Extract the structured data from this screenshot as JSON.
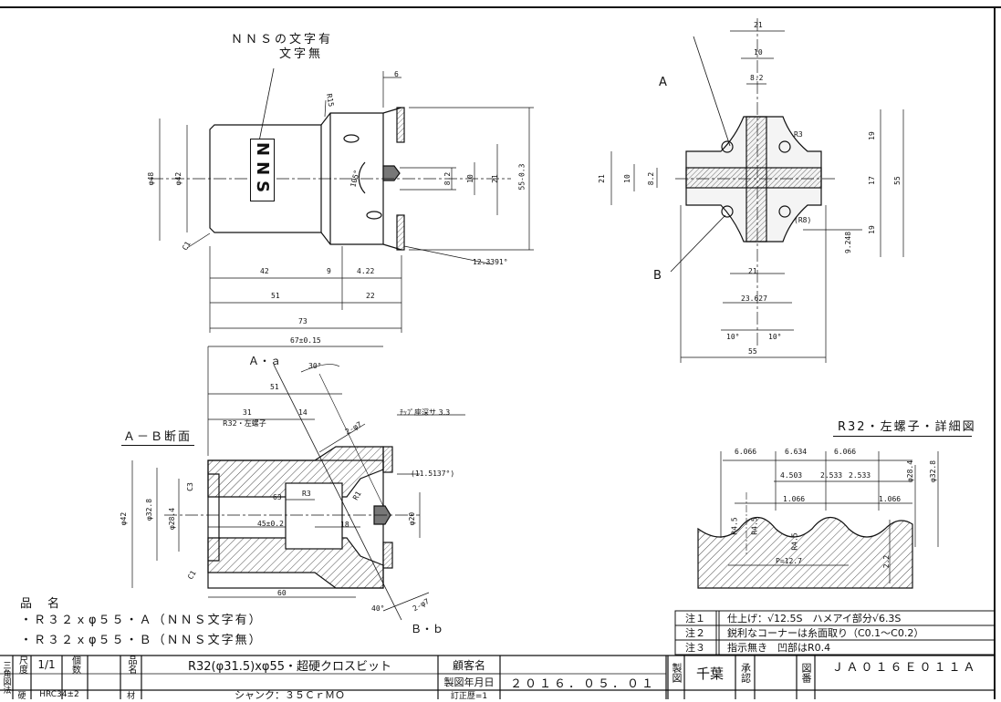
{
  "notes_top": {
    "line1": "ＮＮＳの文字有",
    "line2": "文字無",
    "nns_mark": "NNS"
  },
  "labels": {
    "A": "A",
    "B": "B",
    "Aa": "Ａ・ａ",
    "Bb": "Ｂ・ｂ"
  },
  "section_title": "Ａ－Ｂ断面",
  "thread_title": "R32・左螺子・詳細図",
  "dimensions": {
    "side": [
      "6",
      "R15",
      "φ48",
      "φ42",
      "105°",
      "8.2",
      "10",
      "21",
      "55-0.3",
      "C1",
      "42",
      "9",
      "4.22",
      "51",
      "22",
      "73",
      "12.3391°"
    ],
    "front": [
      "21",
      "10",
      "8.2",
      "21",
      "10",
      "8.2",
      "R3",
      "19",
      "17",
      "55",
      "19",
      "(R8)",
      "9.248",
      "21",
      "23.627",
      "10°",
      "10°",
      "55"
    ],
    "section": [
      "67±0.15",
      "30°",
      "51",
      "31",
      "R32・左螺子",
      "14",
      "2-φ7",
      "ﾁｯﾌﾟ座深サ 3.3",
      "(11.5137°)",
      "C3",
      "63",
      "R3",
      "R1",
      "45±0.2",
      "18",
      "φ42",
      "φ32.8",
      "φ28.4",
      "φ20",
      "C1",
      "60",
      "40°",
      "2-φ7"
    ],
    "thread": [
      "6.066",
      "6.634",
      "6.066",
      "4.503",
      "2.533",
      "2.533",
      "1.066",
      "1.066",
      "R4.5",
      "R4.5",
      "R4.5",
      "P=12.7",
      "φ28.4",
      "φ32.8",
      "2.2"
    ]
  },
  "product": {
    "heading": "品　名",
    "line1": "・Ｒ３２ｘφ５５・Ａ（ＮＮＳ文字有）",
    "line2": "・Ｒ３２ｘφ５５・Ｂ（ＮＮＳ文字無）"
  },
  "notes_box": [
    {
      "label": "注１",
      "text": "仕上げ：√12.5S　ハメアイ部分√6.3S"
    },
    {
      "label": "注２",
      "text": "鋭利なコーナーは糸面取り（C0.1～C0.2）"
    },
    {
      "label": "注３",
      "text": "指示無き　凹部はR0.4"
    }
  ],
  "title_block": {
    "projection": "三角図法",
    "scale_label": "尺度",
    "scale_value": "1/1",
    "qty_label": "個数",
    "name_label": "品名",
    "name_value": "R32(φ31.5)xφ55・超硬クロスビット",
    "customer_label": "顧客名",
    "customer_value": "",
    "date_label": "製図年月日",
    "date_value": "２０１６．０５．０１",
    "revision_label": "訂正歴=1",
    "hardness_label": "硬",
    "hardness_value": "HRC34±2",
    "material_label": "材",
    "material_value": "シャンク：３５ＣｒＭＯ",
    "drawn_label": "製図",
    "drawn_value": "千葉",
    "approved_label": "承認",
    "drawing_no_label": "図番",
    "drawing_no": "ＪＡ０１６Ｅ０１１Ａ"
  }
}
